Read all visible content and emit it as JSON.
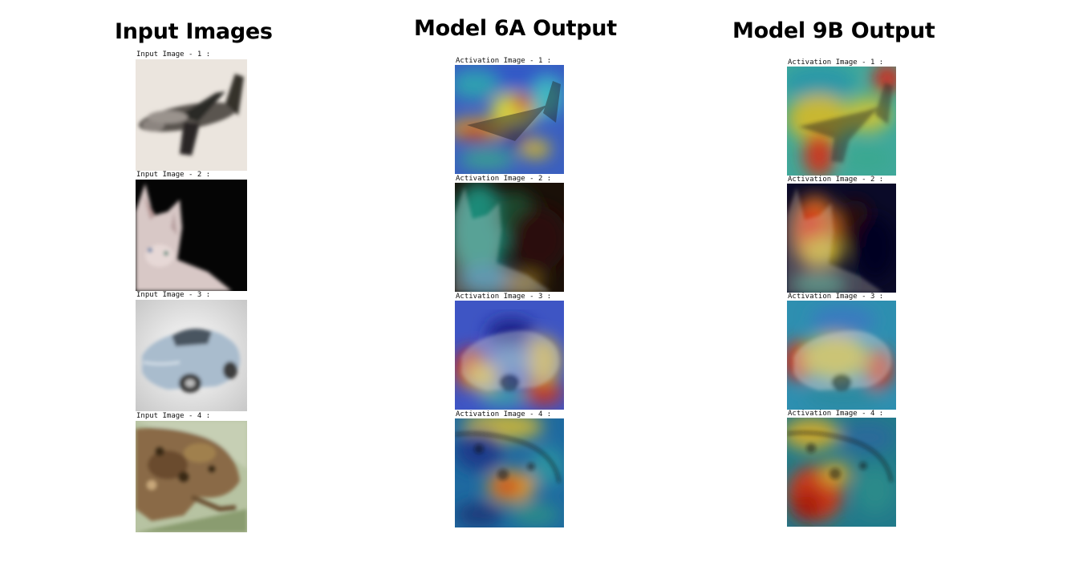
{
  "columns": [
    {
      "title": "Input Images",
      "captions": [
        "Input Image - 1 :",
        "Input Image - 2 :",
        "Input Image - 3 :",
        "Input Image - 4 :"
      ],
      "images": [
        "airplane-photo",
        "sphynx-cat-photo",
        "silver-car-photo",
        "toad-photo"
      ]
    },
    {
      "title": "Model 6A Output",
      "captions": [
        "Activation Image - 1 :",
        "Activation Image - 2 :",
        "Activation Image - 3 :",
        "Activation Image - 4 :"
      ],
      "images": [
        "airplane-heatmap",
        "cat-heatmap",
        "car-heatmap",
        "toad-heatmap"
      ]
    },
    {
      "title": "Model 9B Output",
      "captions": [
        "Activation Image - 1 :",
        "Activation Image - 2 :",
        "Activation Image - 3 :",
        "Activation Image - 4 :"
      ],
      "images": [
        "airplane-heatmap",
        "cat-heatmap",
        "car-heatmap",
        "toad-heatmap"
      ]
    }
  ],
  "colors": {
    "background": "#ffffff",
    "title": "#000000",
    "heat_blue": "#3b4fc4",
    "heat_red": "#c8261a",
    "heat_yellow": "#e6d33a",
    "heat_teal": "#2a8a8a"
  }
}
